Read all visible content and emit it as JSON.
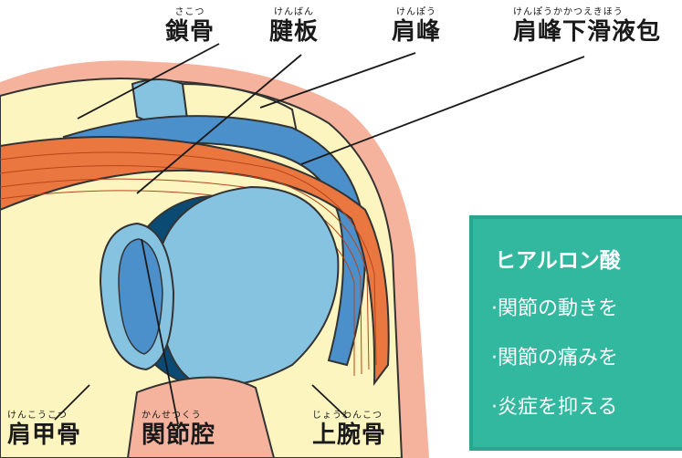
{
  "labels": {
    "clavicle": {
      "ruby": "さこつ",
      "text": "鎖骨"
    },
    "tendon_plate": {
      "ruby": "けんばん",
      "text": "腱板"
    },
    "acromion": {
      "ruby": "けんぽう",
      "text": "肩峰"
    },
    "bursa": {
      "ruby": "けんぽうかかつえきほう",
      "text": "肩峰下滑液包"
    },
    "scapula": {
      "ruby": "けんこうこつ",
      "text": "肩甲骨"
    },
    "joint_cavity": {
      "ruby": "かんせつくう",
      "text": "関節腔"
    },
    "humerus": {
      "ruby": "じょうわんこつ",
      "text": "上腕骨"
    }
  },
  "info_box": {
    "title": "ヒアルロン酸",
    "items": [
      "·関節の動きを",
      "·関節の痛みを",
      "·炎症を抑える"
    ],
    "bg_color": "#33b8a0"
  },
  "colors": {
    "skin": "#f5b29c",
    "bone": "#fdf5c0",
    "cartilage": "#86c3e0",
    "bursa": "#4b8fcb",
    "muscle": "#e9773f",
    "cavity": "#0b4b73"
  }
}
